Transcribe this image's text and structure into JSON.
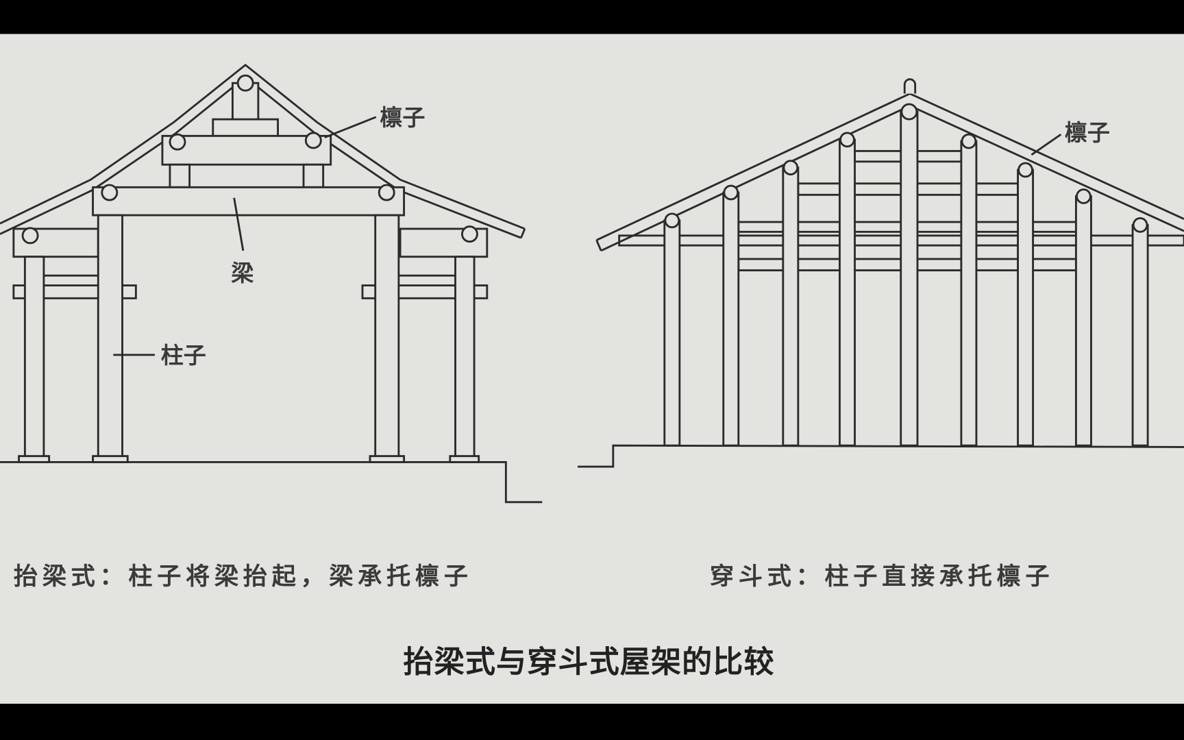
{
  "left_diagram": {
    "labels": {
      "purlin": "檩子",
      "beam": "梁",
      "column": "柱子"
    },
    "caption": "抬梁式：柱子将梁抬起，梁承托檩子"
  },
  "right_diagram": {
    "labels": {
      "purlin": "檩子"
    },
    "caption": "穿斗式：柱子直接承托檩子"
  },
  "title": "抬梁式与穿斗式屋架的比较",
  "colors": {
    "paper": "#e3e3e0",
    "ink": "#2b2b2b",
    "border": "#000000"
  }
}
